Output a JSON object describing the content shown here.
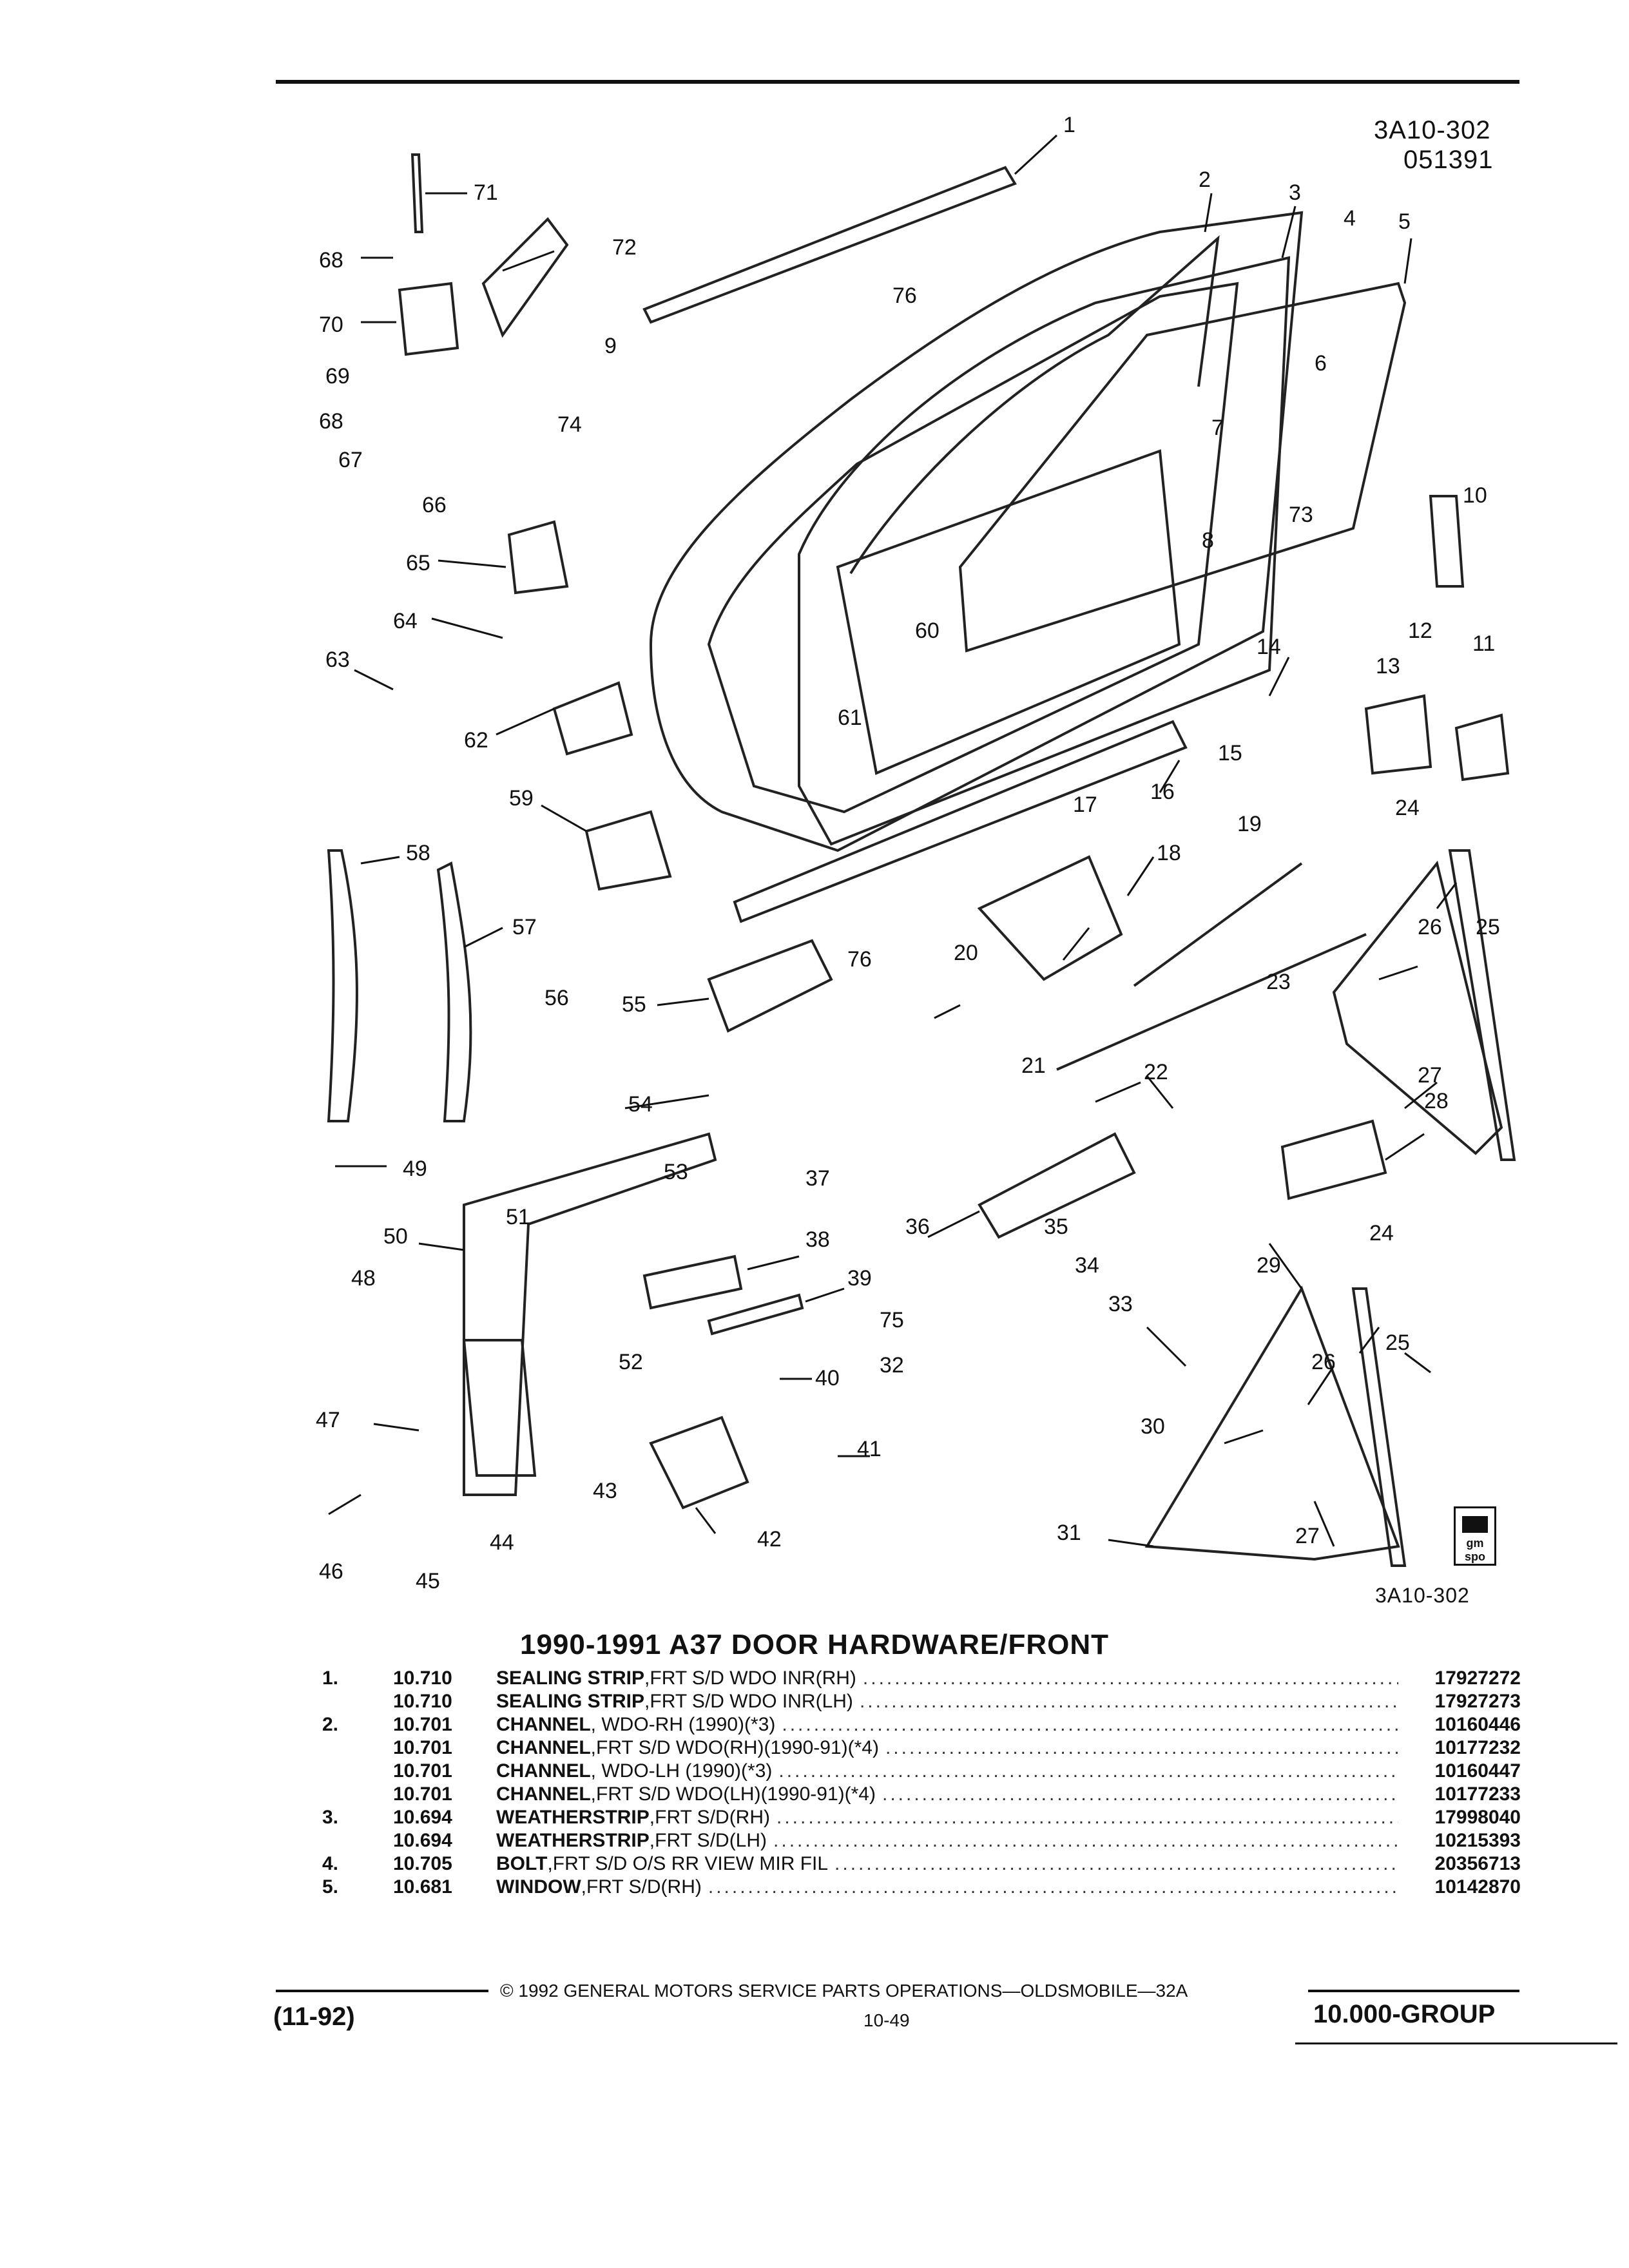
{
  "header": {
    "diagram_code": "3A10-302",
    "date_code": "051391"
  },
  "diagram": {
    "code_bottom": "3A10-302",
    "callouts": [
      "1",
      "2",
      "3",
      "4",
      "5",
      "6",
      "7",
      "8",
      "9",
      "10",
      "11",
      "12",
      "13",
      "14",
      "15",
      "16",
      "17",
      "18",
      "19",
      "20",
      "21",
      "22",
      "23",
      "24",
      "25",
      "26",
      "27",
      "28",
      "29",
      "30",
      "31",
      "32",
      "33",
      "34",
      "35",
      "36",
      "37",
      "38",
      "39",
      "40",
      "41",
      "42",
      "43",
      "44",
      "45",
      "46",
      "47",
      "48",
      "49",
      "50",
      "51",
      "52",
      "53",
      "54",
      "55",
      "56",
      "57",
      "58",
      "59",
      "60",
      "61",
      "62",
      "63",
      "64",
      "65",
      "66",
      "67",
      "68",
      "69",
      "70",
      "71",
      "72",
      "73",
      "74",
      "75",
      "76",
      "76",
      "68",
      "24",
      "25",
      "26",
      "27"
    ]
  },
  "title": "1990-1991 A37 DOOR HARDWARE/FRONT",
  "parts": [
    {
      "num": "1.",
      "group": "10.710",
      "name": "SEALING STRIP",
      "note": ",FRT S/D WDO INR(RH)",
      "pn": "17927272"
    },
    {
      "num": "",
      "group": "10.710",
      "name": "SEALING STRIP",
      "note": ",FRT S/D WDO INR(LH)",
      "pn": "17927273"
    },
    {
      "num": "2.",
      "group": "10.701",
      "name": "CHANNEL",
      "note": ", WDO-RH (1990)(*3)",
      "pn": "10160446"
    },
    {
      "num": "",
      "group": "10.701",
      "name": "CHANNEL",
      "note": ",FRT S/D WDO(RH)(1990-91)(*4)",
      "pn": "10177232"
    },
    {
      "num": "",
      "group": "10.701",
      "name": "CHANNEL",
      "note": ", WDO-LH (1990)(*3)",
      "pn": "10160447"
    },
    {
      "num": "",
      "group": "10.701",
      "name": "CHANNEL",
      "note": ",FRT S/D WDO(LH)(1990-91)(*4)",
      "pn": "10177233"
    },
    {
      "num": "3.",
      "group": "10.694",
      "name": "WEATHERSTRIP",
      "note": ",FRT S/D(RH)",
      "pn": "17998040"
    },
    {
      "num": "",
      "group": "10.694",
      "name": "WEATHERSTRIP",
      "note": ",FRT S/D(LH)",
      "pn": "10215393"
    },
    {
      "num": "4.",
      "group": "10.705",
      "name": "BOLT",
      "note": ",FRT S/D O/S RR VIEW MIR FIL",
      "pn": "20356713"
    },
    {
      "num": "5.",
      "group": "10.681",
      "name": "WINDOW",
      "note": ",FRT S/D(RH)",
      "pn": "10142870"
    }
  ],
  "logo": {
    "line1": "gm",
    "line2": "spo"
  },
  "footer": {
    "revision": "(11-92)",
    "copyright": "©  1992  GENERAL MOTORS SERVICE PARTS OPERATIONS—OLDSMOBILE—32A",
    "page": "10-49",
    "group": "10.000-GROUP"
  }
}
